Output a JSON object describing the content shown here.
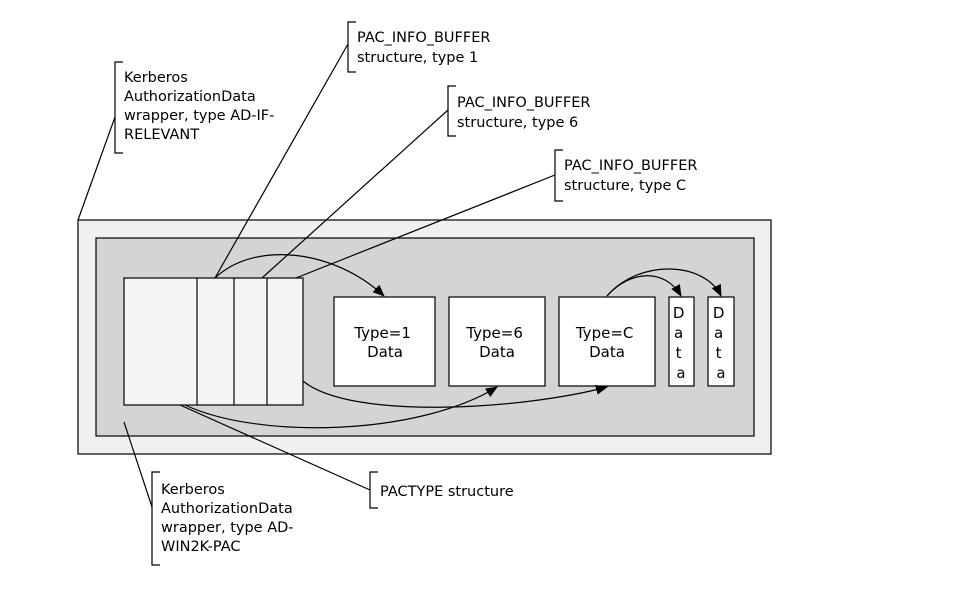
{
  "callouts": {
    "ad_if_relevant": [
      "Kerberos",
      "AuthorizationData",
      "wrapper, type AD-IF-",
      "RELEVANT"
    ],
    "pac_info_buffer_1": [
      "PAC_INFO_BUFFER",
      "structure, type 1"
    ],
    "pac_info_buffer_6": [
      "PAC_INFO_BUFFER",
      "structure, type 6"
    ],
    "pac_info_buffer_c": [
      "PAC_INFO_BUFFER",
      "structure, type C"
    ],
    "pactype": [
      "PACTYPE structure"
    ],
    "ad_win2k_pac": [
      "Kerberos",
      "AuthorizationData",
      "wrapper, type AD-",
      "WIN2K-PAC"
    ]
  },
  "data_boxes": {
    "type1": [
      "Type=1",
      "Data"
    ],
    "type6": [
      "Type=6",
      "Data"
    ],
    "typeC": [
      "Type=C",
      "Data"
    ],
    "data_a": [
      "D",
      "a",
      "t",
      "a"
    ],
    "data_b": [
      "D",
      "a",
      "t",
      "a"
    ]
  }
}
